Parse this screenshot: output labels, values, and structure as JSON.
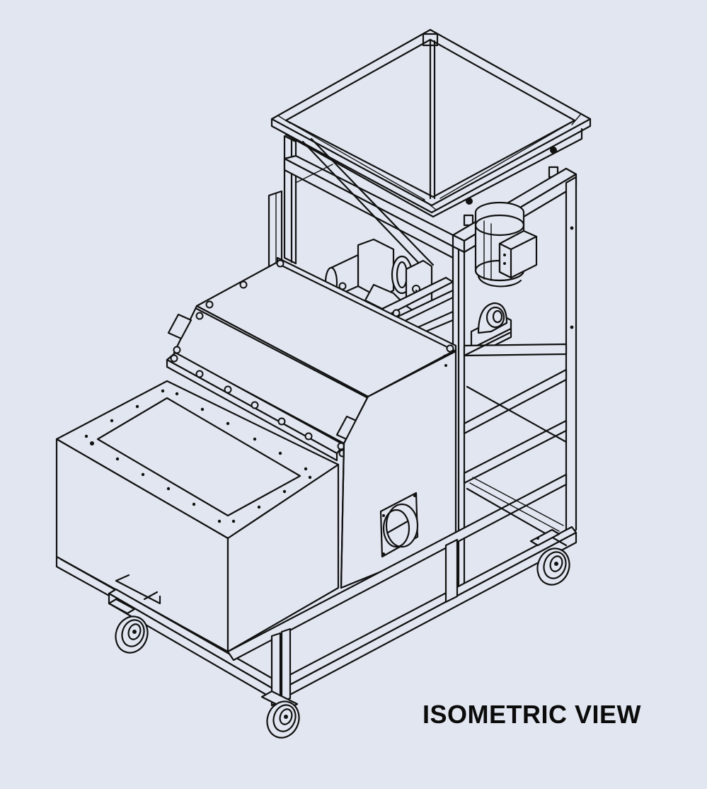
{
  "drawing": {
    "title": "ISOMETRIC VIEW",
    "subject": "wheeled processing machine with top hopper, motor, slanted covered chute, front collection box, side duct outlet and four casters",
    "colors": {
      "background": "#e1e6f0",
      "line": "#111111"
    },
    "components": [
      {
        "name": "hopper",
        "label": ""
      },
      {
        "name": "upper-frame",
        "label": ""
      },
      {
        "name": "electric-motor",
        "label": ""
      },
      {
        "name": "pillow-block-bearing",
        "label": ""
      },
      {
        "name": "slanted-cover",
        "label": ""
      },
      {
        "name": "front-collection-box",
        "label": ""
      },
      {
        "name": "duct-outlet",
        "label": ""
      },
      {
        "name": "shelf-frame",
        "label": ""
      },
      {
        "name": "caster-wheels",
        "count": 4
      }
    ]
  }
}
